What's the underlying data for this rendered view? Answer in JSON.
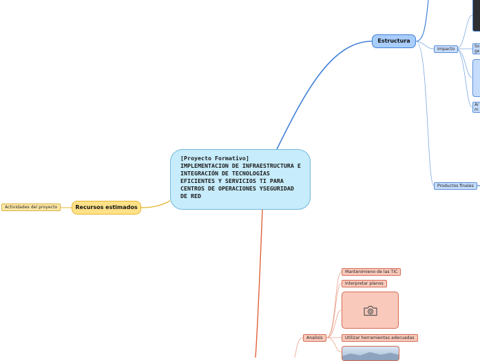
{
  "central_topic": {
    "text": "[Proyecto Formativo]\nIMPLEMENTACION DE INFRAESTRUCTURA E INTEGRACIÓN DE TECNOLOGÍAS EFICIENTES Y SERVICIOS TI PARA CENTROS DE OPERACIONES YSEGURIDAD DE RED"
  },
  "branches": {
    "estructura": {
      "label": "Estructura",
      "color": "#3f7fd6",
      "children": {
        "impacto": {
          "label": "Impacto"
        },
        "impacto_cut_1": {
          "label": "So ge"
        },
        "impacto_cut_2": {
          "label": "Ar m"
        },
        "productos_finales": {
          "label": "Productos finales"
        }
      }
    },
    "recursos": {
      "label": "Recursos estimados",
      "color": "#e6b730",
      "children": {
        "actividades": {
          "label": "Actividades del proyecto"
        }
      }
    },
    "analisis_branch": {
      "color": "#e0603a",
      "children": {
        "analisis": {
          "label": "Analisis",
          "children": {
            "mantenimiento": {
              "label": "Mantenimieno de las TIC"
            },
            "planos": {
              "label": "Interpretar planos"
            },
            "image_placeholder_icon": "camera-icon",
            "herramientas": {
              "label": "Utilizar herramientas adecuadas"
            }
          }
        }
      }
    }
  }
}
